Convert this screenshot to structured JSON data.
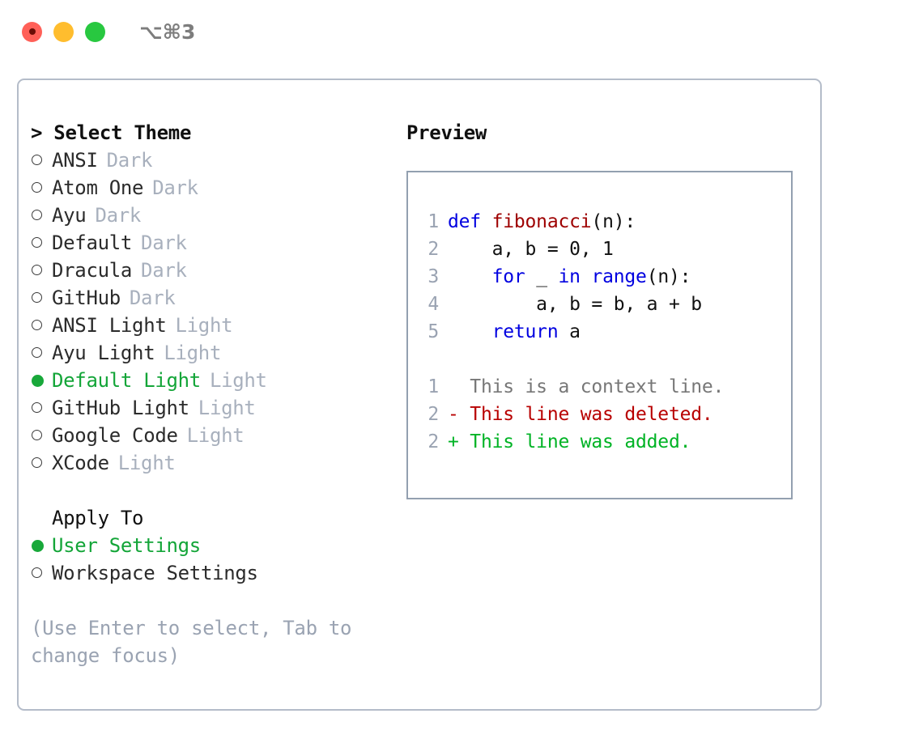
{
  "titlebar": {
    "shortcut": "⌥⌘3",
    "buttons": [
      "close",
      "minimize",
      "maximize"
    ]
  },
  "theme_picker": {
    "header": "> Select Theme",
    "items": [
      {
        "marker": "ring",
        "label": "ANSI",
        "tag": "Dark",
        "selected": false
      },
      {
        "marker": "ring",
        "label": "Atom One",
        "tag": "Dark",
        "selected": false
      },
      {
        "marker": "ring",
        "label": "Ayu",
        "tag": "Dark",
        "selected": false
      },
      {
        "marker": "ring",
        "label": "Default",
        "tag": "Dark",
        "selected": false
      },
      {
        "marker": "ring",
        "label": "Dracula",
        "tag": "Dark",
        "selected": false
      },
      {
        "marker": "ring",
        "label": "GitHub",
        "tag": "Dark",
        "selected": false
      },
      {
        "marker": "ring",
        "label": "ANSI Light",
        "tag": "Light",
        "selected": false
      },
      {
        "marker": "ring",
        "label": "Ayu Light",
        "tag": "Light",
        "selected": false
      },
      {
        "marker": "dot",
        "label": "Default Light",
        "tag": "Light",
        "selected": true
      },
      {
        "marker": "ring",
        "label": "GitHub Light",
        "tag": "Light",
        "selected": false
      },
      {
        "marker": "ring",
        "label": "Google Code",
        "tag": "Light",
        "selected": false
      },
      {
        "marker": "ring",
        "label": "XCode",
        "tag": "Light",
        "selected": false
      }
    ]
  },
  "apply_to": {
    "header": "Apply To",
    "items": [
      {
        "marker": "dot",
        "label": "User Settings",
        "selected": true
      },
      {
        "marker": "ring",
        "label": "Workspace Settings",
        "selected": false
      }
    ]
  },
  "hint": "(Use Enter to select, Tab to change focus)",
  "preview": {
    "title": "Preview",
    "code_lines": [
      {
        "num": "1",
        "tokens": [
          {
            "t": "def ",
            "c": "kw"
          },
          {
            "t": "fibonacci",
            "c": "fn"
          },
          {
            "t": "(n):",
            "c": "pl"
          }
        ]
      },
      {
        "num": "2",
        "tokens": [
          {
            "t": "    a, b = 0, 1",
            "c": "pl"
          }
        ]
      },
      {
        "num": "3",
        "tokens": [
          {
            "t": "    ",
            "c": "pl"
          },
          {
            "t": "for",
            "c": "kw"
          },
          {
            "t": " _ ",
            "c": "pl"
          },
          {
            "t": "in",
            "c": "kw"
          },
          {
            "t": " ",
            "c": "pl"
          },
          {
            "t": "range",
            "c": "kw"
          },
          {
            "t": "(n):",
            "c": "pl"
          }
        ]
      },
      {
        "num": "4",
        "tokens": [
          {
            "t": "        a, b = b, a + b",
            "c": "pl"
          }
        ]
      },
      {
        "num": "5",
        "tokens": [
          {
            "t": "    ",
            "c": "pl"
          },
          {
            "t": "return",
            "c": "kw"
          },
          {
            "t": " a",
            "c": "pl"
          }
        ]
      }
    ],
    "diff_lines": [
      {
        "num": "1",
        "text": "  This is a context line.",
        "kind": "ctx"
      },
      {
        "num": "2",
        "text": "- This line was deleted.",
        "kind": "del"
      },
      {
        "num": "2",
        "text": "+ This line was added.",
        "kind": "add"
      }
    ]
  },
  "colors": {
    "accent_green": "#18a83a",
    "selected_text": "#13a538",
    "muted_tag": "#a8b0bd",
    "hint_text": "#9aa3b2",
    "panel_border": "#b4bcc9",
    "preview_border": "#93a0b0",
    "keyword_blue": "#0000e0",
    "function_red": "#9e0000",
    "diff_deleted": "#b80000",
    "diff_added": "#00b325",
    "traffic_close": "#ff6058",
    "traffic_min": "#ffbd2e",
    "traffic_max": "#28c840"
  }
}
